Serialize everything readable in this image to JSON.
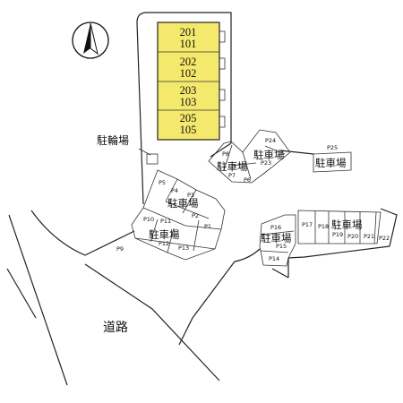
{
  "compass": {
    "icon": "north-arrow-icon"
  },
  "building": {
    "color": "#f4e96c",
    "units": [
      {
        "top": "201",
        "bottom": "101"
      },
      {
        "top": "202",
        "bottom": "102"
      },
      {
        "top": "203",
        "bottom": "103"
      },
      {
        "top": "205",
        "bottom": "105"
      }
    ]
  },
  "bicycle_parking": {
    "label": "駐輪場"
  },
  "parking_label": "駐車場",
  "road": {
    "label": "道路"
  },
  "spaces": {
    "p1": "P1",
    "p2": "P2",
    "p3": "P3",
    "p4": "P4",
    "p5": "P5",
    "p6": "P6",
    "p7": "P7",
    "p8": "P8",
    "p9": "P9",
    "p10": "P10",
    "p11": "P11",
    "p12": "P12",
    "p13": "P13",
    "p14": "P14",
    "p15": "P15",
    "p16": "P16",
    "p17": "P17",
    "p18": "P18",
    "p19": "P19",
    "p20": "P20",
    "p21": "P21",
    "p22": "P22",
    "p23": "P23",
    "p24": "P24",
    "p25": "P25"
  }
}
